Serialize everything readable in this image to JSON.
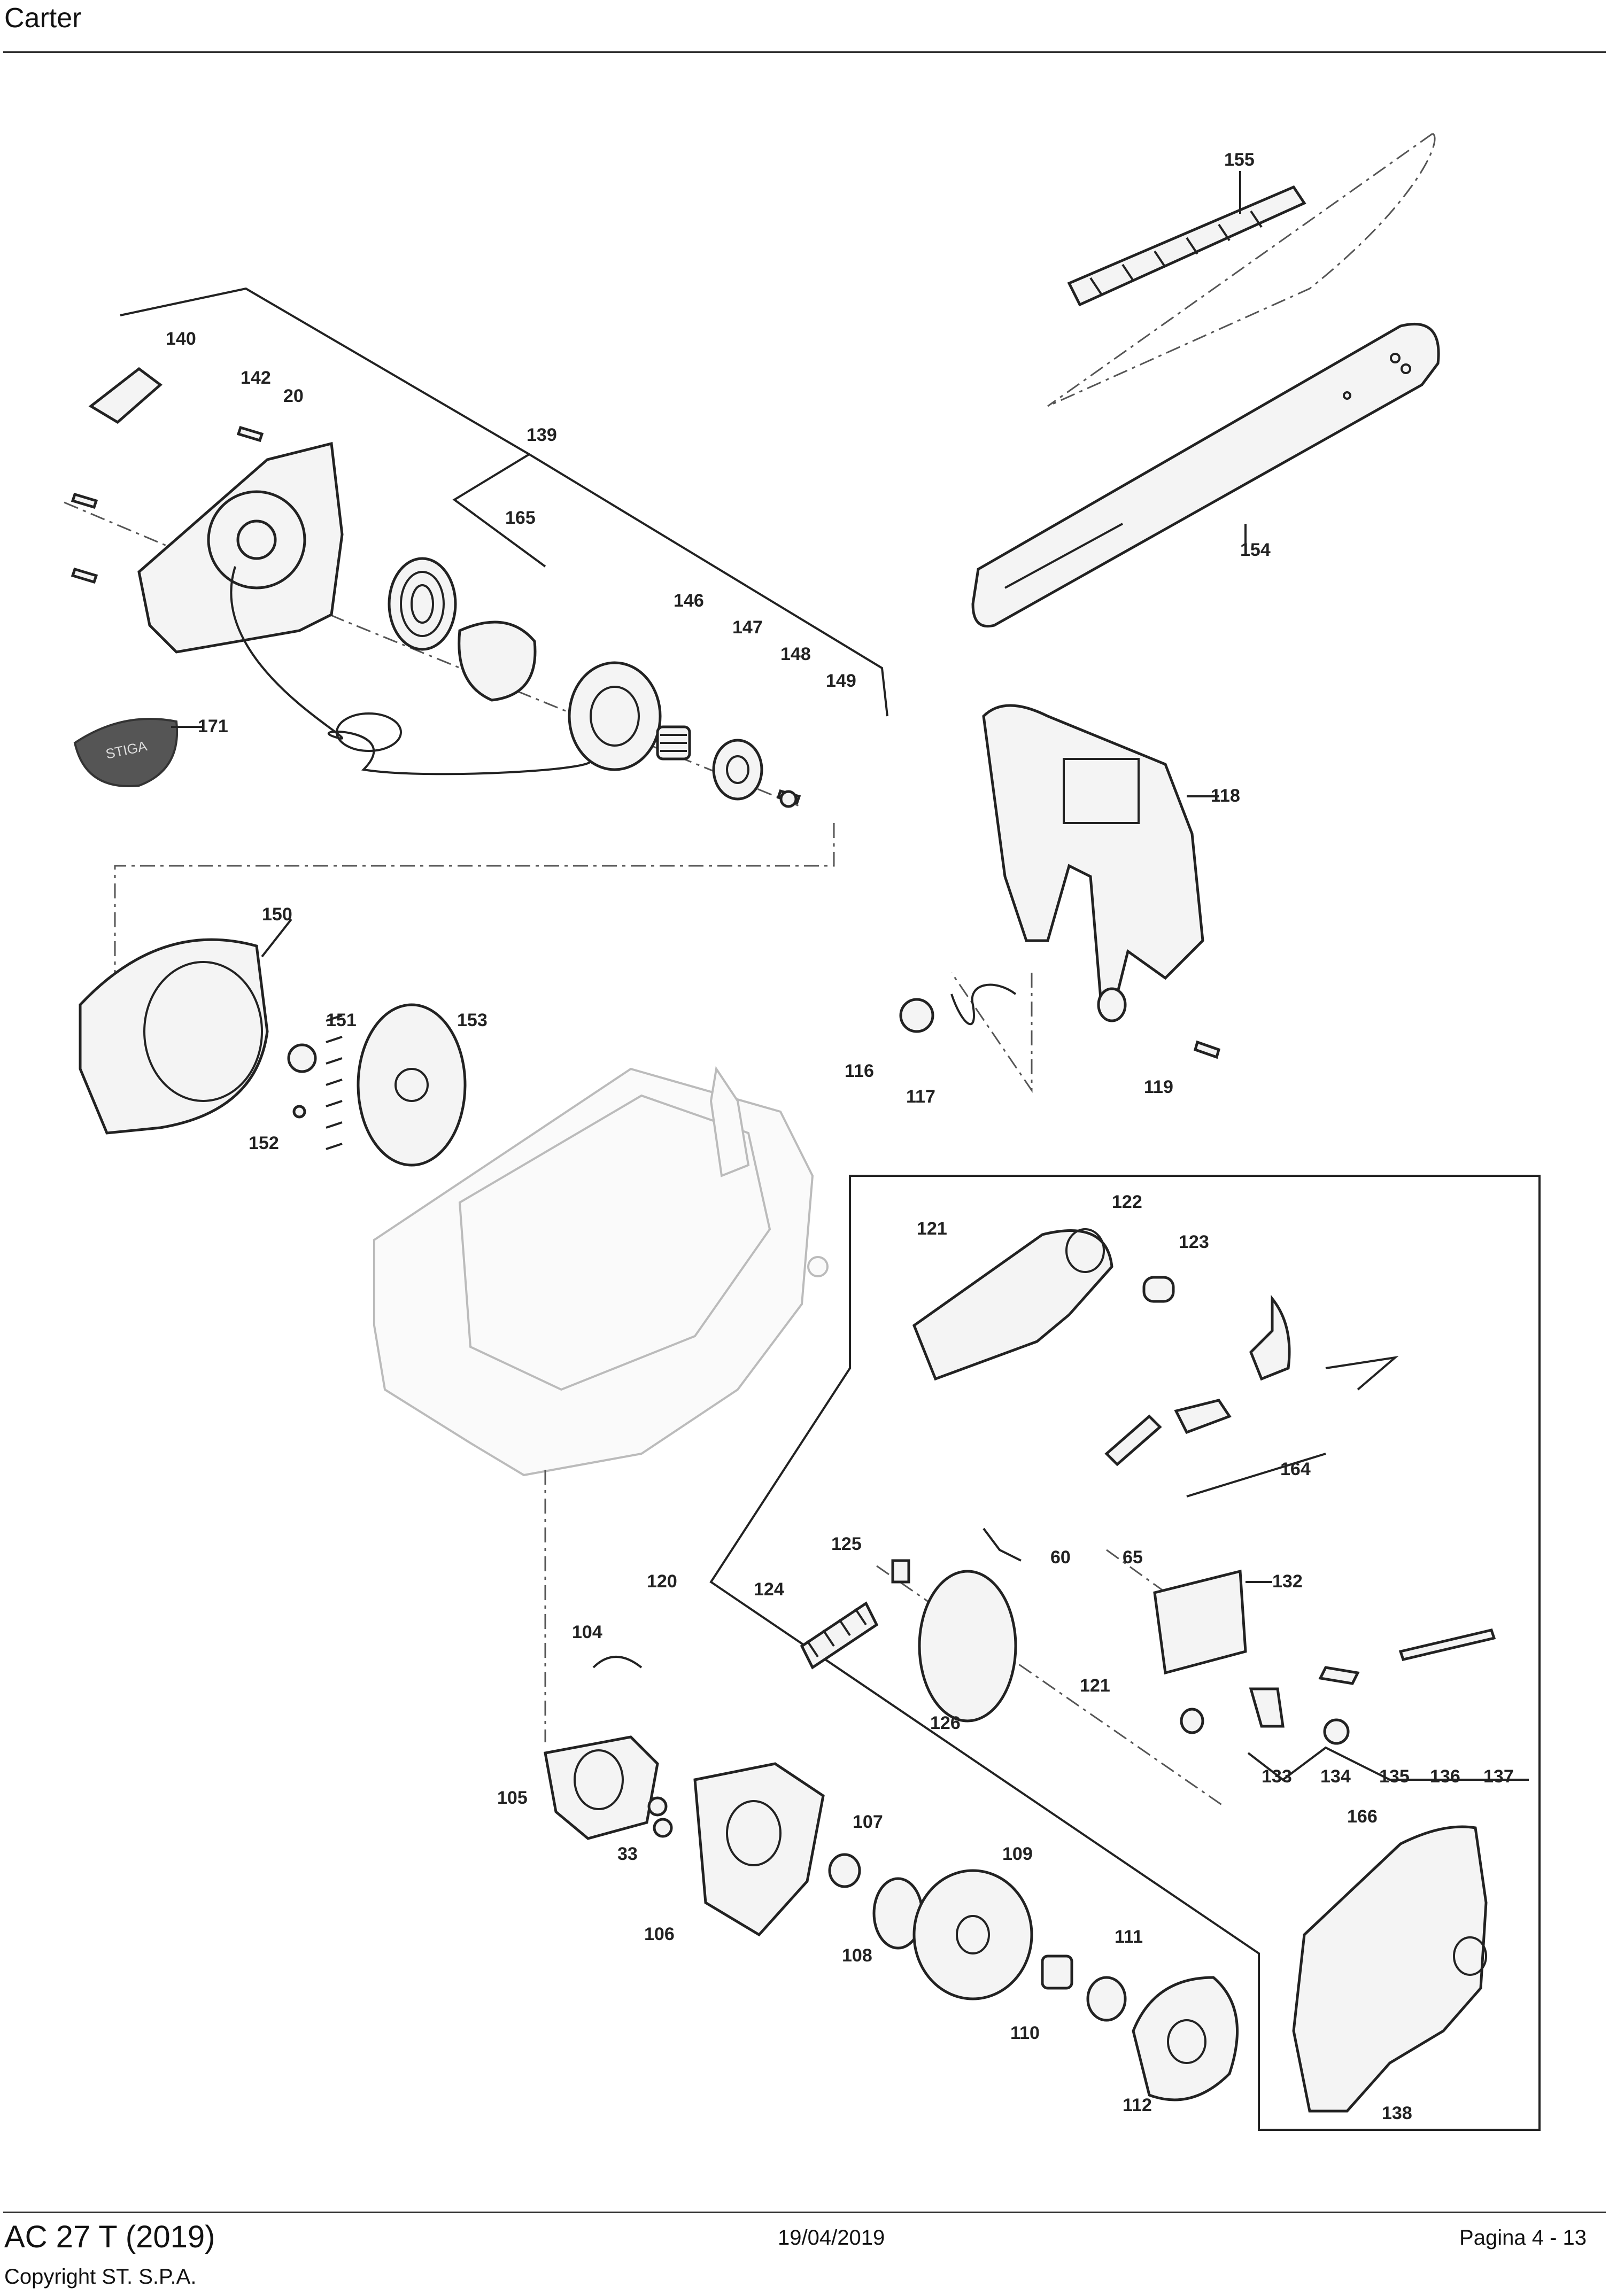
{
  "header": {
    "title": "Carter"
  },
  "footer": {
    "model": "AC 27 T (2019)",
    "copyright": "Copyright ST. S.P.A.",
    "date": "19/04/2019",
    "page": "Pagina 4 - 13"
  },
  "diagram": {
    "logo_text": "STIGA",
    "labels": {
      "p155": "155",
      "p140": "140",
      "p142": "142",
      "p20": "20",
      "p139": "139",
      "p165": "165",
      "p146": "146",
      "p147": "147",
      "p148": "148",
      "p149": "149",
      "p154": "154",
      "p171": "171",
      "p118": "118",
      "p150": "150",
      "p151": "151",
      "p153": "153",
      "p152": "152",
      "p116": "116",
      "p117": "117",
      "p119": "119",
      "p121a": "121",
      "p122": "122",
      "p123": "123",
      "p164": "164",
      "p125": "125",
      "p60": "60",
      "p65": "65",
      "p132": "132",
      "p120": "120",
      "p124": "124",
      "p104": "104",
      "p121b": "121",
      "p126": "126",
      "p133": "133",
      "p134": "134",
      "p135": "135",
      "p136": "136",
      "p137": "137",
      "p166": "166",
      "p105": "105",
      "p33": "33",
      "p107": "107",
      "p109": "109",
      "p106": "106",
      "p108": "108",
      "p111": "111",
      "p110": "110",
      "p112": "112",
      "p138": "138"
    }
  }
}
